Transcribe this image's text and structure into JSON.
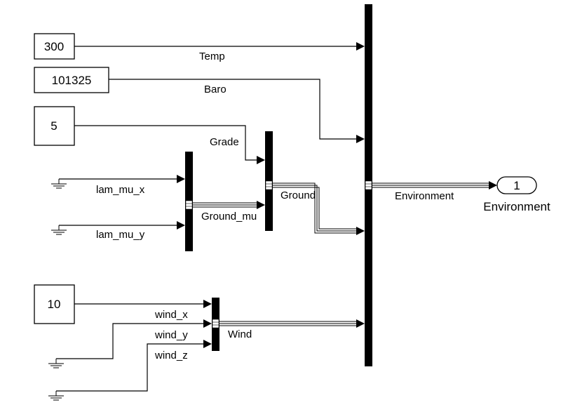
{
  "constants": {
    "temp_value": "300",
    "baro_value": "101325",
    "grade_value": "5",
    "wind_value": "10"
  },
  "signals": {
    "temp": "Temp",
    "baro": "Baro",
    "grade": "Grade",
    "lam_mu_x": "lam_mu_x",
    "lam_mu_y": "lam_mu_y",
    "ground_mu": "Ground_mu",
    "ground": "Ground",
    "wind_x": "wind_x",
    "wind_y": "wind_y",
    "wind_z": "wind_z",
    "wind": "Wind",
    "environment": "Environment"
  },
  "outport": {
    "number": "1",
    "name": "Environment"
  }
}
